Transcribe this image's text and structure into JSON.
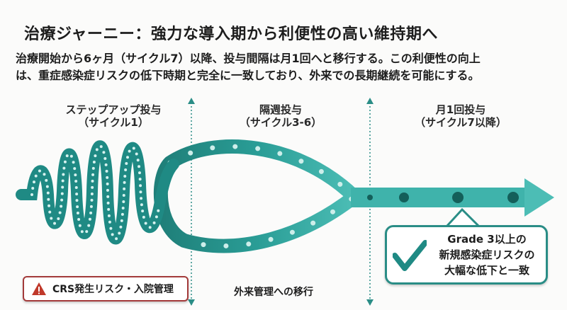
{
  "title": "治療ジャーニー：強力な導入期から利便性の高い維持期へ",
  "description": {
    "line1": "治療開始から6ヶ月（サイクル7）以降、投与間隔は月1回へと移行する。この利便性の向上",
    "line2": "は、重症感染症リスクの低下時期と完全に一致しており、外来での長期継続を可能にする。"
  },
  "phases": [
    {
      "label": "ステップアップ投与",
      "sub": "（サイクル1）"
    },
    {
      "label": "隔週投与",
      "sub": "（サイクル3-6）"
    },
    {
      "label": "月1回投与",
      "sub": "（サイクル7以降）"
    }
  ],
  "warning": {
    "icon": "warning-triangle-icon",
    "text": "CRS発生リスク・入院管理"
  },
  "transition_text": "外来管理への移行",
  "callout": {
    "icon": "checkmark-icon",
    "line1": "Grade 3以上の",
    "line2": "新規感染症リスクの",
    "line3": "大幅な低下と一致"
  },
  "colors": {
    "teal": "#2a9d96",
    "teal_dark": "#1f7f79",
    "warning": "#a33a3a"
  }
}
